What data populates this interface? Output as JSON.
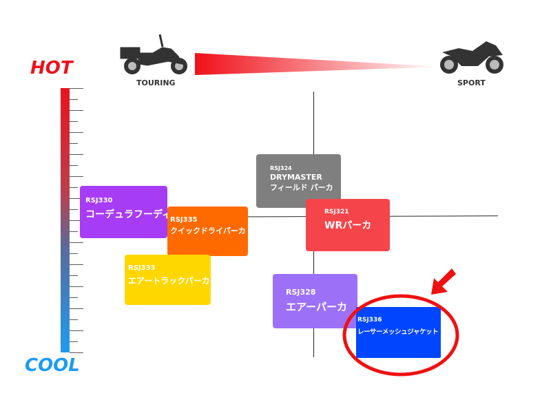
{
  "scale": {
    "hot": "HOT",
    "cool": "COOL",
    "hot_color": "#e8141e",
    "cool_color": "#1e9bf0"
  },
  "axis": {
    "left": "TOURING",
    "right": "SPORT"
  },
  "products": [
    {
      "code": "RSJ330",
      "name": "コーデュラフーディ",
      "color": "#a63cf5"
    },
    {
      "code": "RSJ335",
      "name": "クイックドライパーカ",
      "color": "#ff6a00"
    },
    {
      "code": "RSJ333",
      "name": "エアートラックパーカ",
      "color": "#ffd700"
    },
    {
      "code": "RSJ324",
      "name": "DRYMASTER",
      "name2": "フィールド パーカ",
      "color": "#7f7f7f"
    },
    {
      "code": "RSJ321",
      "name": "WRパーカ",
      "color": "#f5454a"
    },
    {
      "code": "RSJ328",
      "name": "エアーパーカ",
      "color": "#9d70f8"
    },
    {
      "code": "RSJ336",
      "name": "レーサーメッシュジャケット",
      "color": "#0046ff"
    }
  ]
}
